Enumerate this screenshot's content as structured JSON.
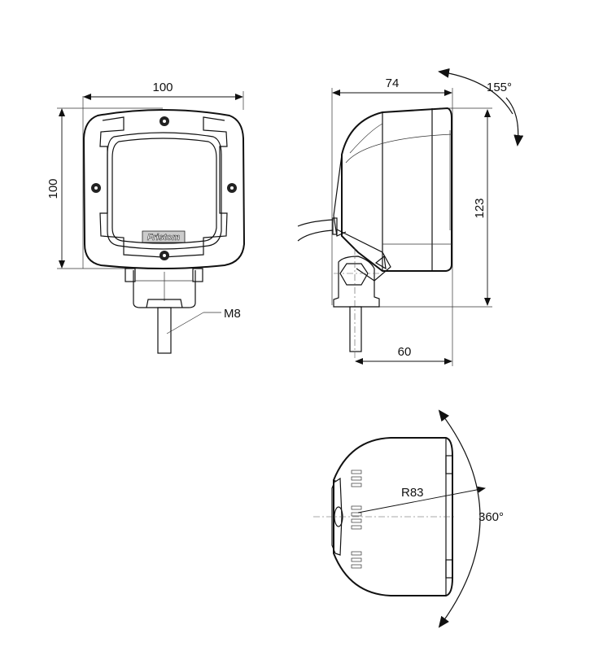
{
  "front_view": {
    "width_label": "100",
    "height_label": "100",
    "thread_label": "M8",
    "logo_text": "Fristom"
  },
  "side_view": {
    "depth_label": "74",
    "height_label": "123",
    "mount_offset_label": "60",
    "tilt_angle_label": "155°"
  },
  "bottom_view": {
    "radius_label": "R83",
    "rotation_angle_label": "360°"
  }
}
